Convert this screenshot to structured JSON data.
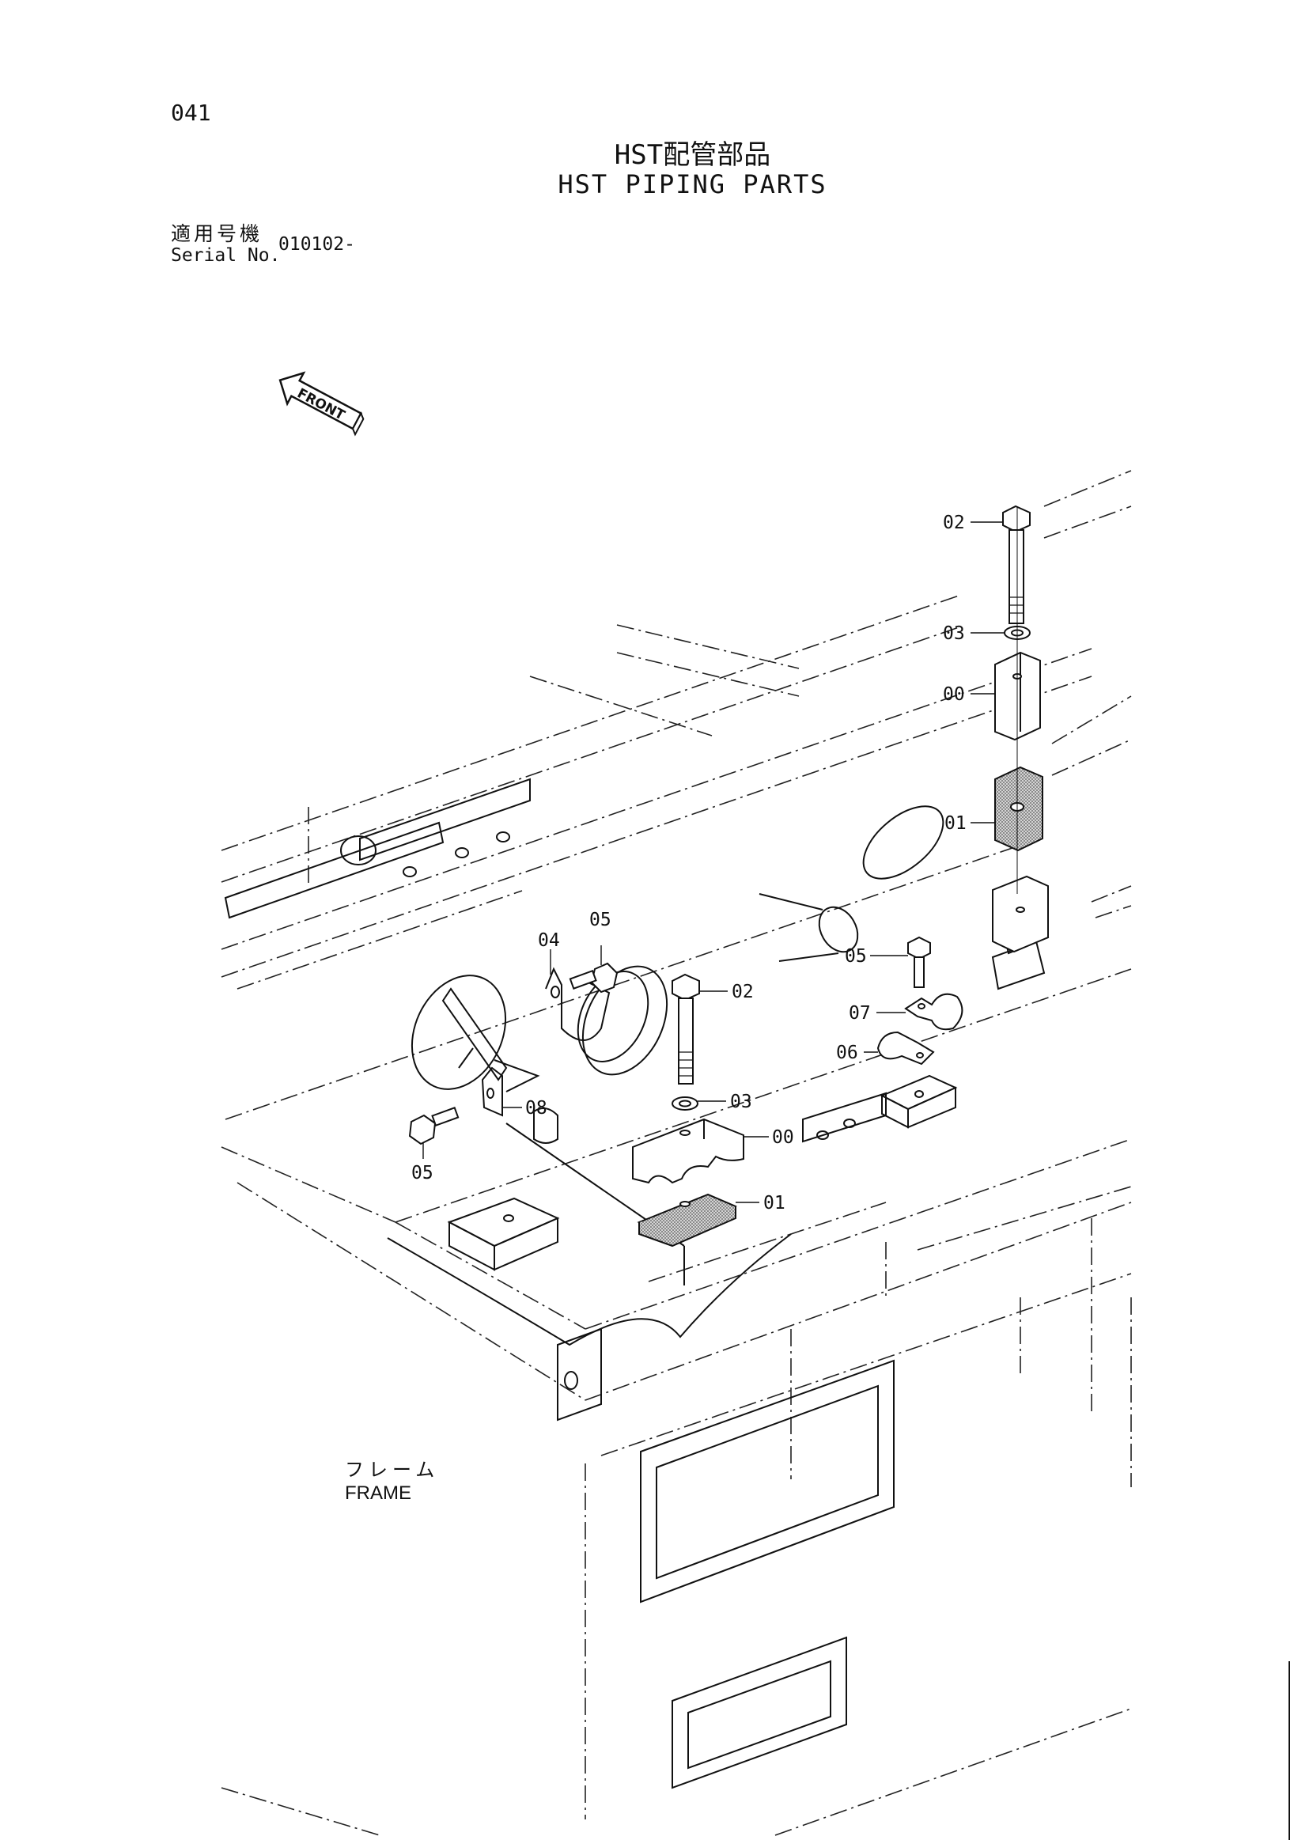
{
  "page": {
    "number": "041"
  },
  "title": {
    "ja": "HST配管部品",
    "en": "HST PIPING PARTS"
  },
  "serial": {
    "label_ja": "適用号機",
    "label_en": "Serial No.",
    "value": "010102-"
  },
  "front_arrow": {
    "label": "FRONT",
    "icon": "front-arrow-icon"
  },
  "frame_label": {
    "ja": "フレーム",
    "en": "FRAME"
  },
  "callouts": [
    {
      "id": "c-02-top",
      "text": "02"
    },
    {
      "id": "c-03-top",
      "text": "03"
    },
    {
      "id": "c-00-top",
      "text": "00"
    },
    {
      "id": "c-01-top",
      "text": "01"
    },
    {
      "id": "c-05-right",
      "text": "05"
    },
    {
      "id": "c-07",
      "text": "07"
    },
    {
      "id": "c-06",
      "text": "06"
    },
    {
      "id": "c-04",
      "text": "04"
    },
    {
      "id": "c-05-mid",
      "text": "05"
    },
    {
      "id": "c-02-mid",
      "text": "02"
    },
    {
      "id": "c-03-mid",
      "text": "03"
    },
    {
      "id": "c-00-mid",
      "text": "00"
    },
    {
      "id": "c-01-mid",
      "text": "01"
    },
    {
      "id": "c-08",
      "text": "08"
    },
    {
      "id": "c-05-left",
      "text": "05"
    }
  ]
}
